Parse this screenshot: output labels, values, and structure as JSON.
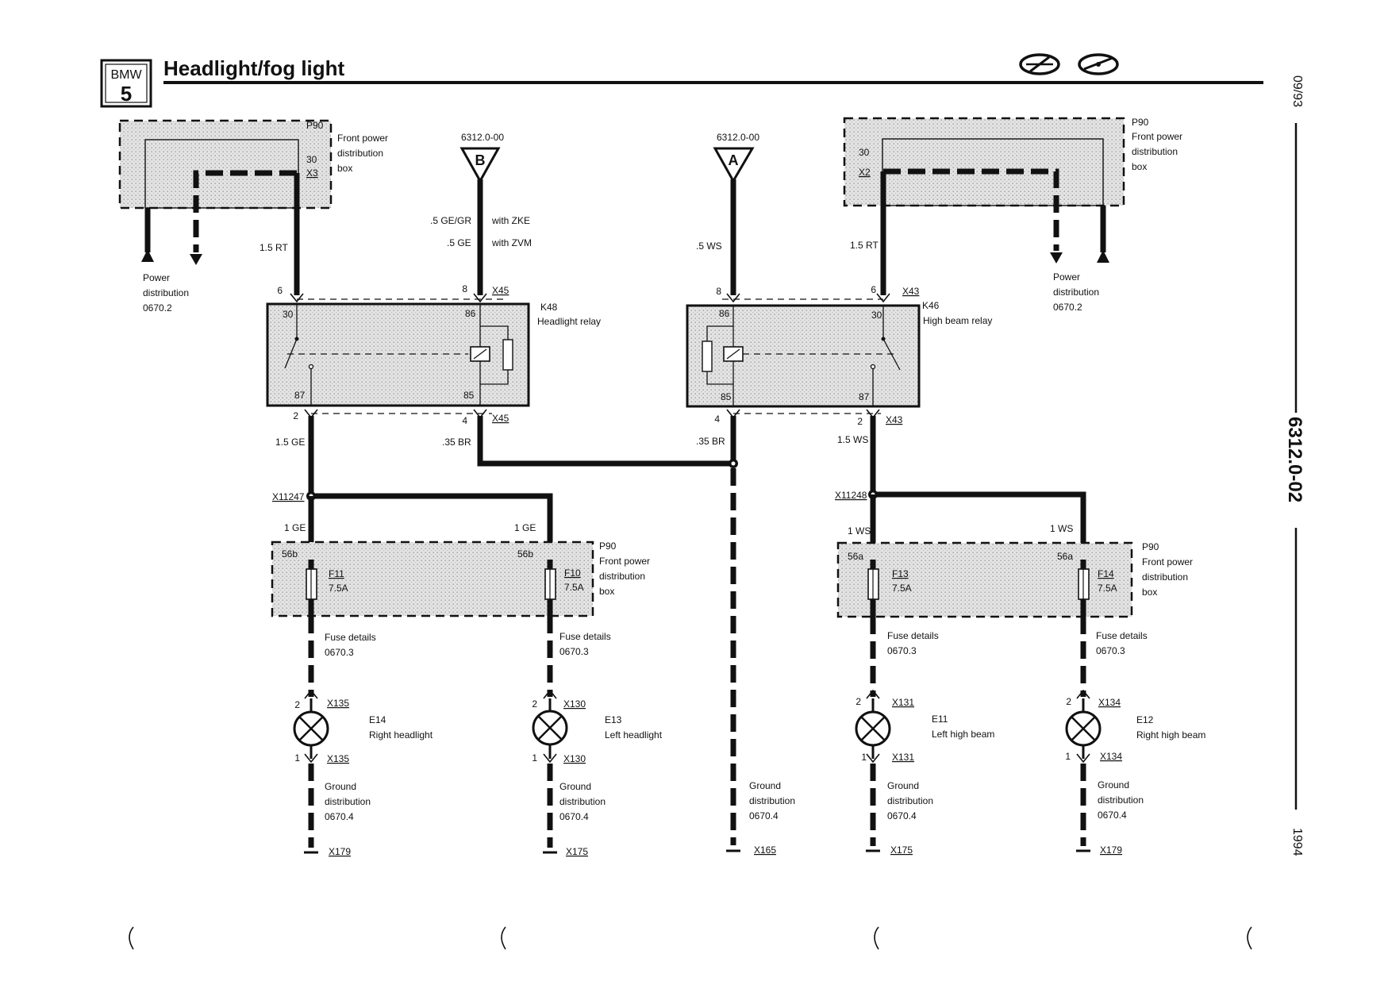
{
  "header": {
    "logo_top": "BMW",
    "logo_bottom": "5",
    "title": "Headlight/fog light"
  },
  "side": {
    "date": "09/93",
    "doc_number": "6312.0-02",
    "year": "1994"
  },
  "top_left_box": {
    "name": "P90",
    "desc": [
      "Front power",
      "distribution",
      "box"
    ],
    "pin": "30",
    "conn": "X3",
    "wire": "1.5 RT",
    "ref": [
      "Power",
      "distribution",
      "0670.2"
    ]
  },
  "top_right_box": {
    "name": "P90",
    "desc": [
      "Front power",
      "distribution",
      "box"
    ],
    "pin": "30",
    "conn": "X2",
    "wire": "1.5 RT",
    "ref": [
      "Power",
      "distribution",
      "0670.2"
    ]
  },
  "connector_b": {
    "letter": "B",
    "ref": "6312.0-00",
    "wire_zke": ".5 GE/GR",
    "note_zke": "with ZKE",
    "wire_zvm": ".5 GE",
    "note_zvm": "with ZVM"
  },
  "connector_a": {
    "letter": "A",
    "ref": "6312.0-00",
    "wire": ".5 WS"
  },
  "relay_k48": {
    "name": "K48",
    "desc": "Headlight relay",
    "pin_30": "30",
    "pin_86": "86",
    "pin_87": "87",
    "pin_85": "85",
    "conn_top": "X45",
    "conn_bottom": "X45",
    "top_pin_left": "6",
    "top_pin_right": "8",
    "bottom_pin_left": "2",
    "bottom_pin_right": "4",
    "wire_out_left": "1.5 GE",
    "wire_out_right": ".35 BR"
  },
  "relay_k46": {
    "name": "K46",
    "desc": "High beam relay",
    "pin_86": "86",
    "pin_30": "30",
    "pin_85": "85",
    "pin_87": "87",
    "conn_top": "X43",
    "conn_bottom": "X43",
    "top_pin_left": "8",
    "top_pin_right": "6",
    "bottom_pin_left": "4",
    "bottom_pin_right": "2",
    "wire_out_left": ".35 BR",
    "wire_out_right": "1.5 WS"
  },
  "splices": {
    "left": "X11247",
    "right": "X11248"
  },
  "fusebox_left": {
    "name": "P90",
    "desc": [
      "Front power",
      "distribution",
      "box"
    ],
    "wire_a": "1 GE",
    "wire_b": "1 GE",
    "pin_a": "56b",
    "pin_b": "56b",
    "fuse_a": "F11",
    "fuse_a_rating": "7.5A",
    "fuse_b": "F10",
    "fuse_b_rating": "7.5A"
  },
  "fusebox_right": {
    "name": "P90",
    "desc": [
      "Front power",
      "distribution",
      "box"
    ],
    "wire_a": "1 WS",
    "wire_b": "1 WS",
    "pin_a": "56a",
    "pin_b": "56a",
    "fuse_a": "F13",
    "fuse_a_rating": "7.5A",
    "fuse_b": "F14",
    "fuse_b_rating": "7.5A"
  },
  "fuse_details": {
    "label": "Fuse details",
    "ref": "0670.3"
  },
  "ground": {
    "label1": "Ground",
    "label2": "distribution",
    "ref": "0670.4"
  },
  "lamps": [
    {
      "id": "E14",
      "desc": "Right headlight",
      "conn": "X135",
      "pin_top": "2",
      "pin_bot": "1",
      "ground_conn": "X179"
    },
    {
      "id": "E13",
      "desc": "Left headlight",
      "conn": "X130",
      "pin_top": "2",
      "pin_bot": "1",
      "ground_conn": "X175"
    },
    {
      "id": "E11",
      "desc": "Left high beam",
      "conn": "X131",
      "pin_top": "2",
      "pin_bot": "1",
      "ground_conn": "X175"
    },
    {
      "id": "E12",
      "desc": "Right high beam",
      "conn": "X134",
      "pin_top": "2",
      "pin_bot": "1",
      "ground_conn": "X179"
    }
  ],
  "center_ground": {
    "conn": "X165"
  }
}
